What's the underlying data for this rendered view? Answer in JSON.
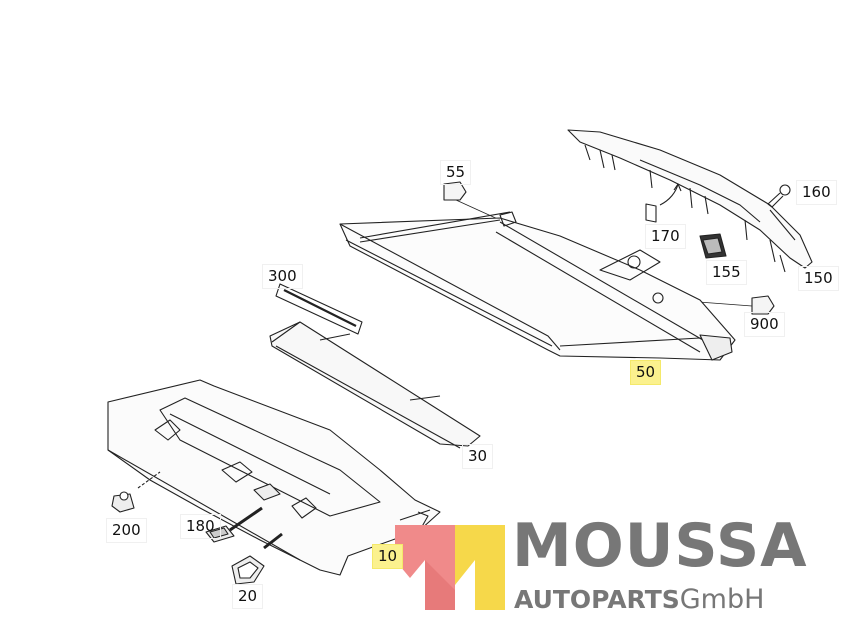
{
  "diagram": {
    "callouts": [
      {
        "id": "c55",
        "label": "55"
      },
      {
        "id": "c160",
        "label": "160"
      },
      {
        "id": "c170",
        "label": "170"
      },
      {
        "id": "c155",
        "label": "155"
      },
      {
        "id": "c150",
        "label": "150"
      },
      {
        "id": "c900",
        "label": "900"
      },
      {
        "id": "c300",
        "label": "300"
      },
      {
        "id": "c50",
        "label": "50",
        "highlighted": true
      },
      {
        "id": "c30",
        "label": "30"
      },
      {
        "id": "c200",
        "label": "200"
      },
      {
        "id": "c180",
        "label": "180"
      },
      {
        "id": "c10",
        "label": "10",
        "highlighted": true
      },
      {
        "id": "c20",
        "label": "20"
      }
    ]
  },
  "logo": {
    "name": "MOUSSA",
    "subline": "AUTOPARTS",
    "suffix": "GmbH",
    "colors": {
      "pink": "#f08a8a",
      "yellow": "#f6d84a",
      "grey": "#777777"
    }
  },
  "colors": {
    "highlight": "#fbf18e",
    "line": "#222222"
  }
}
